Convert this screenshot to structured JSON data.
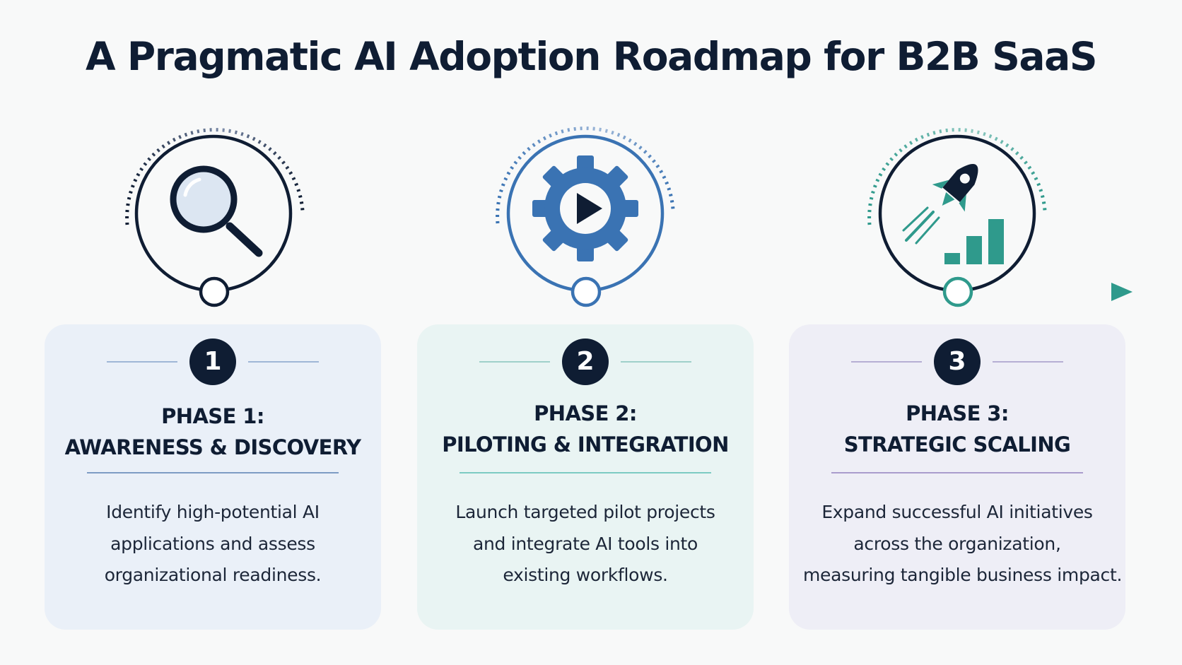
{
  "title": "A Pragmatic AI Adoption Roadmap for B2B SaaS",
  "colors": {
    "navy": "#0f1d33",
    "blue": "#3a73b3",
    "teal": "#2f9a8c",
    "card_1_bg": "#eaf0f8",
    "card_2_bg": "#e9f4f3",
    "card_3_bg": "#eeeef6"
  },
  "phases": [
    {
      "number": "1",
      "title_line1": "PHASE 1:",
      "title_line2": "AWARENESS & DISCOVERY",
      "desc_line1": "Identify high-potential AI",
      "desc_line2": "applications and assess",
      "desc_line3": "organizational readiness.",
      "icon": "magnifying-glass-icon"
    },
    {
      "number": "2",
      "title_line1": "PHASE 2:",
      "title_line2": "PILOTING & INTEGRATION",
      "desc_line1": "Launch targeted pilot projects",
      "desc_line2": "and integrate AI tools into",
      "desc_line3": "existing workflows.",
      "icon": "gear-play-icon"
    },
    {
      "number": "3",
      "title_line1": "PHASE 3:",
      "title_line2": "STRATEGIC SCALING",
      "desc_line1": "Expand successful AI initiatives",
      "desc_line2": "across the organization,",
      "desc_line3": "measuring tangible business impact.",
      "icon": "rocket-growth-chart-icon"
    }
  ]
}
